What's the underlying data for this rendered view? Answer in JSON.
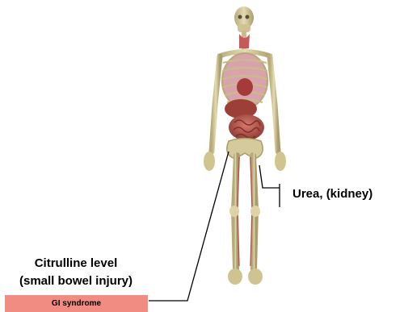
{
  "labels": {
    "urea": "Urea, (kidney)",
    "citrulline_line1": "Citrulline level",
    "citrulline_line2": "(small bowel injury)",
    "gi_box": "GI syndrome"
  },
  "colors": {
    "bone": "#d9cfa0",
    "bone_shadow": "#a59a6a",
    "organ_red": "#b84a4a",
    "lung_pink": "#d59aa8",
    "box_fill": "#f08c82",
    "line": "#000000"
  }
}
